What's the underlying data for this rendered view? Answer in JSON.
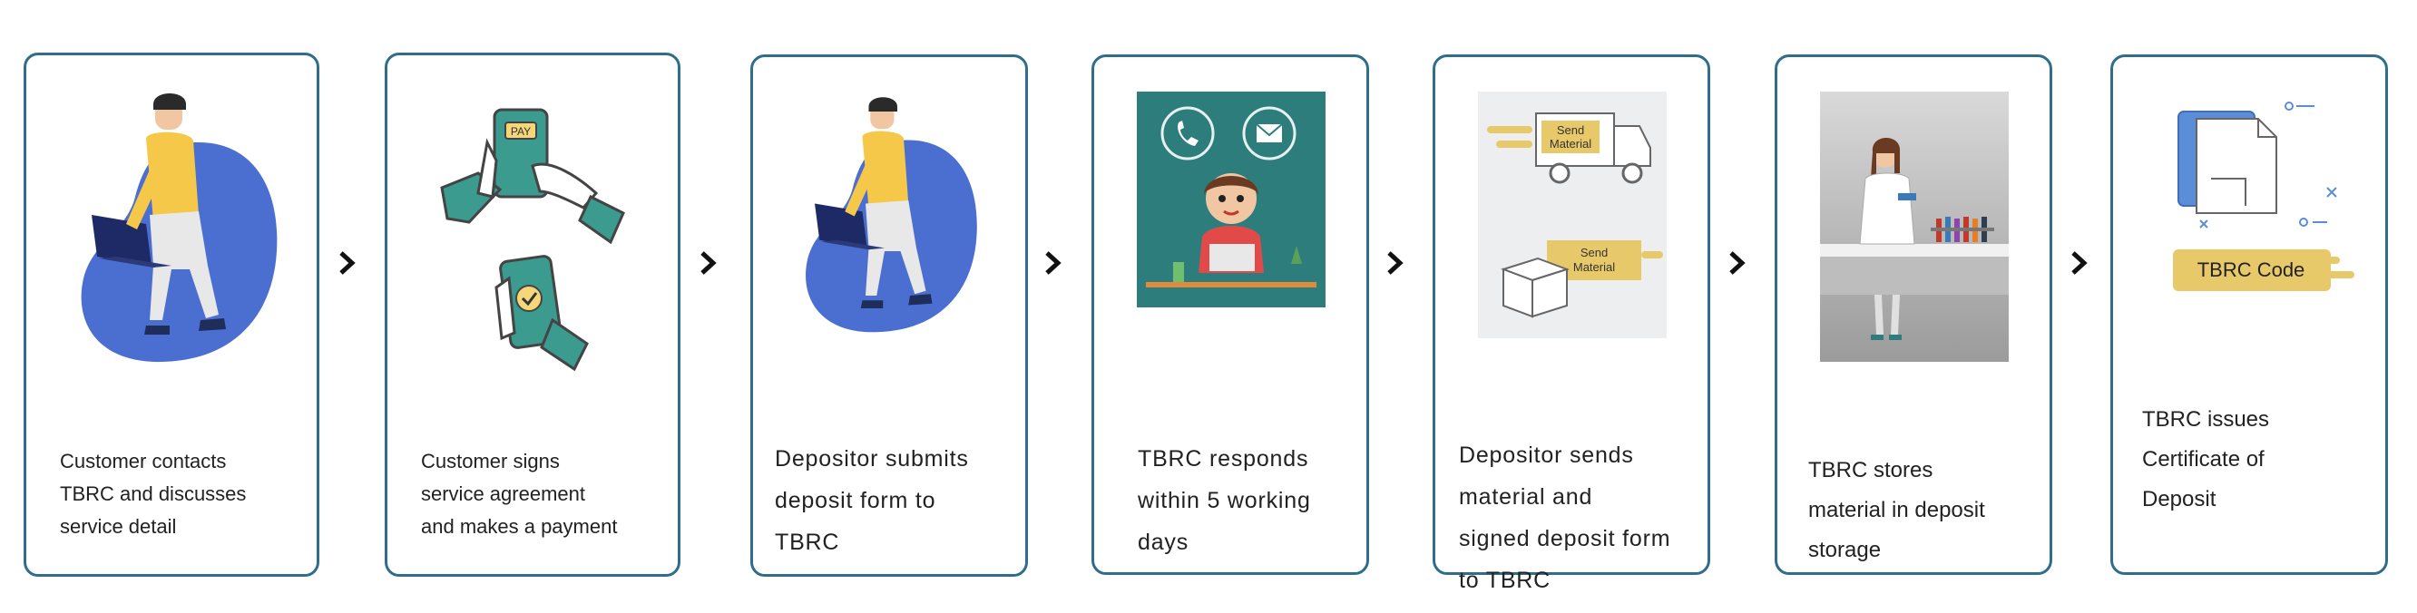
{
  "steps": [
    {
      "text": "Customer contacts\nTBRC and discusses\nservice detail",
      "icon": "person-laptop-icon"
    },
    {
      "text": "Customer signs\nservice agreement\nand makes a payment",
      "icon": "phone-payment-icon",
      "pay_label": "PAY"
    },
    {
      "text": "Depositor  submits\ndeposit  form  to\nTBRC",
      "icon": "person-laptop-icon"
    },
    {
      "text": "TBRC  responds\nwithin  5  working\ndays",
      "icon": "support-agent-icon"
    },
    {
      "text": "Depositor  sends\nmaterial  and\nsigned  deposit  form\nto  TBRC",
      "icon": "delivery-truck-icon",
      "truck_label": "Send\nMaterial",
      "box_label": "Send\nMaterial"
    },
    {
      "text": "TBRC stores\nmaterial in deposit\nstorage",
      "icon": "scientist-lab-icon"
    },
    {
      "text": "TBRC issues\nCertificate of\nDeposit",
      "icon": "certificate-icon",
      "code_label": "TBRC Code"
    }
  ],
  "colors": {
    "border": "#2f6d8a",
    "blob": "#4a6fd0",
    "shirt": "#f5c84a",
    "teal": "#3a9b8e",
    "agent_bg": "#2e7d7d",
    "gold": "#e8c96a",
    "doc_blue": "#5b8ed6"
  }
}
